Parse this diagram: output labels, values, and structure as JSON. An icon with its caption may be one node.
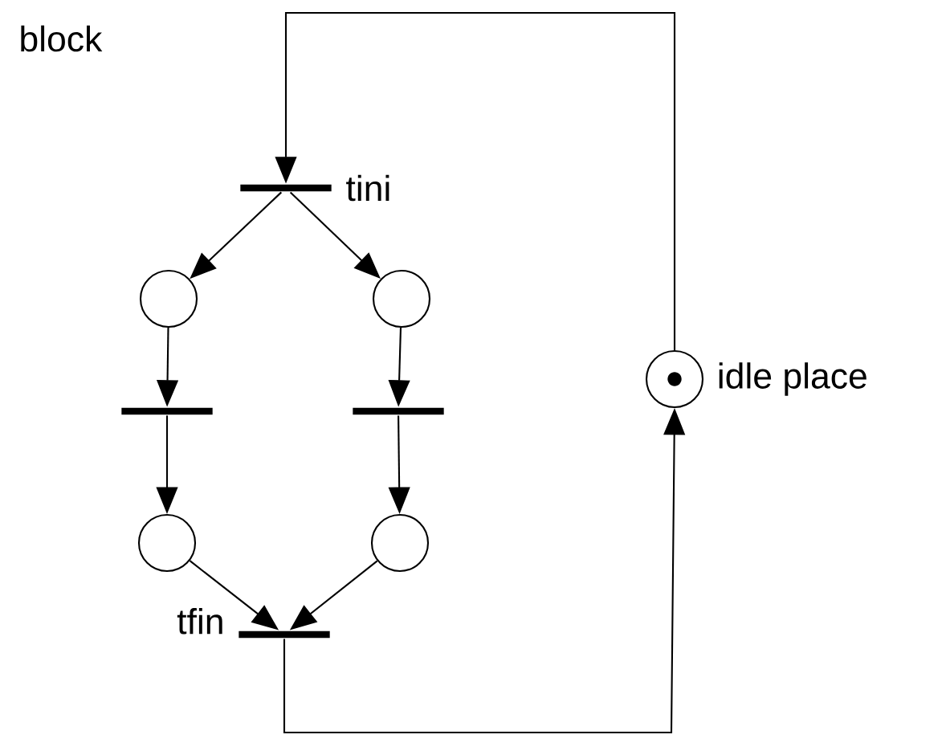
{
  "diagram": {
    "nodes": [
      {
        "text": [],
        "shape": "bar",
        "beside": [
          "tini"
        ]
      },
      {
        "text": [],
        "shape": "circle"
      },
      {
        "text": [],
        "shape": "circle"
      },
      {
        "text": [],
        "shape": "bar"
      },
      {
        "text": [],
        "shape": "bar"
      },
      {
        "text": [],
        "shape": "circle"
      },
      {
        "text": [],
        "shape": "circle"
      },
      {
        "text": [],
        "shape": "bar",
        "beside": [
          "tfin"
        ]
      },
      {
        "text": [],
        "shape": "circle",
        "beside": [
          "idle place"
        ]
      }
    ],
    "edges": [
      {
        "from": 0,
        "to": 1,
        "arrow": "to"
      },
      {
        "from": 0,
        "to": 2,
        "arrow": "to"
      },
      {
        "from": 1,
        "to": 3,
        "arrow": "to"
      },
      {
        "from": 2,
        "to": 4,
        "arrow": "to"
      },
      {
        "from": 3,
        "to": 5,
        "arrow": "to"
      },
      {
        "from": 4,
        "to": 6,
        "arrow": "to"
      },
      {
        "from": 5,
        "to": 7,
        "arrow": "to"
      },
      {
        "from": 6,
        "to": 7,
        "arrow": "to"
      },
      {
        "from": 7,
        "to": 8,
        "arrow": "to"
      },
      {
        "from": 8,
        "to": 0,
        "arrow": "to"
      }
    ],
    "labels": [
      "block"
    ]
  }
}
